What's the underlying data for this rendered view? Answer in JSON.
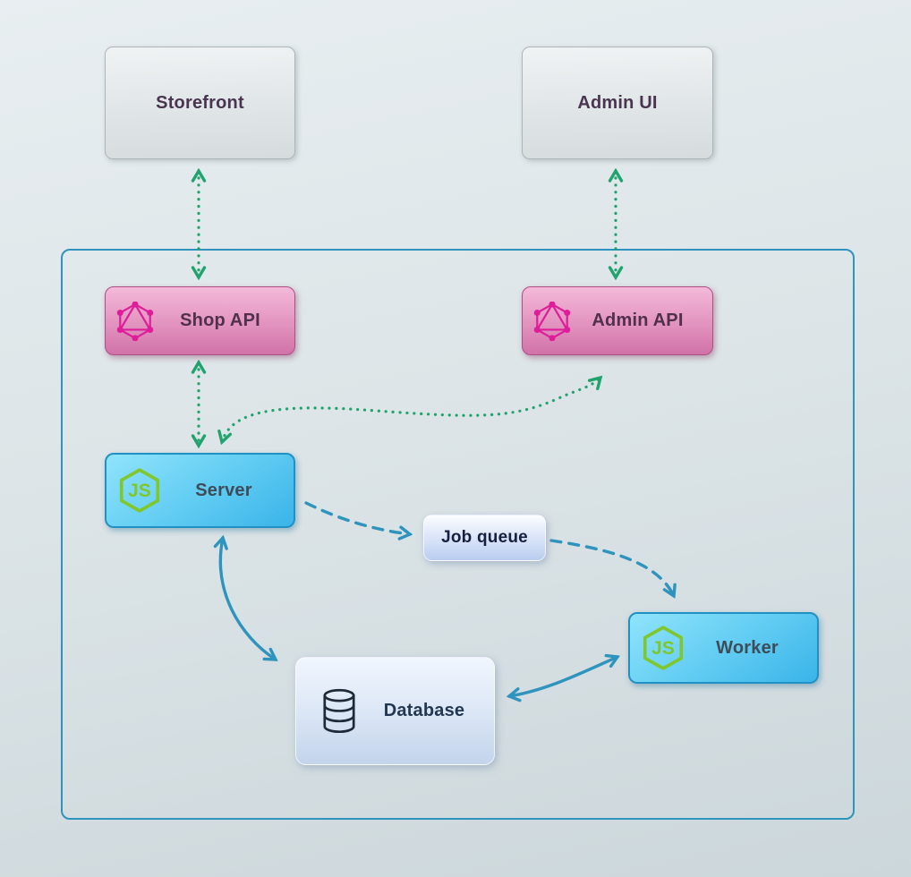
{
  "nodes": {
    "storefront": {
      "label": "Storefront"
    },
    "admin_ui": {
      "label": "Admin UI"
    },
    "shop_api": {
      "label": "Shop API",
      "icon": "graphql-icon"
    },
    "admin_api": {
      "label": "Admin API",
      "icon": "graphql-icon"
    },
    "server": {
      "label": "Server",
      "icon": "nodejs-icon"
    },
    "job_queue": {
      "label": "Job queue"
    },
    "worker": {
      "label": "Worker",
      "icon": "nodejs-icon"
    },
    "database": {
      "label": "Database",
      "icon": "database-icon"
    }
  },
  "edges": [
    {
      "from": "storefront",
      "to": "shop_api",
      "style": "dotted",
      "color": "#21a36d",
      "bidirectional": true
    },
    {
      "from": "admin_ui",
      "to": "admin_api",
      "style": "dotted",
      "color": "#21a36d",
      "bidirectional": true
    },
    {
      "from": "shop_api",
      "to": "server",
      "style": "dotted",
      "color": "#21a36d",
      "bidirectional": true
    },
    {
      "from": "server",
      "to": "admin_api",
      "style": "dotted",
      "color": "#21a36d",
      "bidirectional": true
    },
    {
      "from": "server",
      "to": "job_queue",
      "style": "dashed",
      "color": "#2e93bd",
      "bidirectional": false
    },
    {
      "from": "job_queue",
      "to": "worker",
      "style": "dashed",
      "color": "#2e93bd",
      "bidirectional": false
    },
    {
      "from": "server",
      "to": "database",
      "style": "solid",
      "color": "#2e93bd",
      "bidirectional": true
    },
    {
      "from": "worker",
      "to": "database",
      "style": "solid",
      "color": "#2e93bd",
      "bidirectional": true
    }
  ],
  "colors": {
    "background_top": "#e8eef1",
    "background_bottom": "#ccd7db",
    "boundary_border": "#2e93bd",
    "green_arrow": "#21a36d",
    "blue_arrow": "#2e93bd",
    "graphql_pink": "#df1d9a",
    "nodejs_green": "#7fc72a",
    "pink_box": "#e293bf",
    "cyan_box": "#5fcbf2",
    "gray_box": "#e0e5e7",
    "queue_box": "#dbe5f8"
  }
}
